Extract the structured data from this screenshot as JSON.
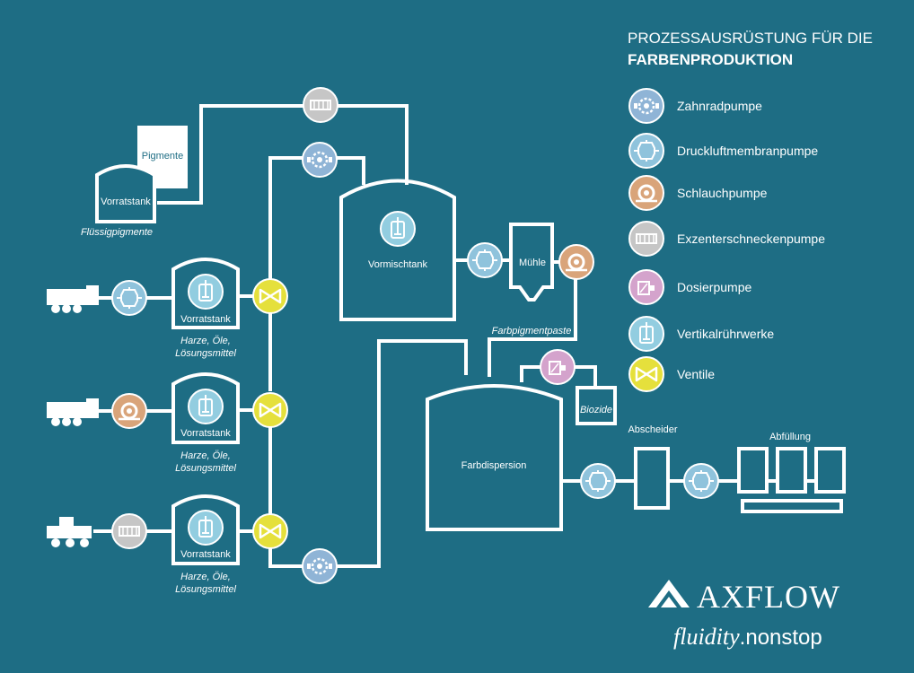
{
  "title": {
    "line1": "PROZESSAUSRÜSTUNG FÜR DIE",
    "line2": "FARBENPRODUKTION"
  },
  "legend": [
    {
      "label": "Zahnradpumpe",
      "icon": "gear-pump-icon",
      "color": "#8fb4d6"
    },
    {
      "label": "Druckluftmembranpumpe",
      "icon": "diaphragm-pump-icon",
      "color": "#8fc3dc"
    },
    {
      "label": "Schlauchpumpe",
      "icon": "hose-pump-icon",
      "color": "#d9a47a"
    },
    {
      "label": "Exzenterschneckenpumpe",
      "icon": "screw-pump-icon",
      "color": "#c6c6c6"
    },
    {
      "label": "Dosierpumpe",
      "icon": "dosing-pump-icon",
      "color": "#d4a3cc"
    },
    {
      "label": "Vertikalrührwerke",
      "icon": "agitator-icon",
      "color": "#92cde0"
    },
    {
      "label": "Ventile",
      "icon": "valve-icon",
      "color": "#e5e03c"
    }
  ],
  "labels": {
    "pigmente": "Pigmente",
    "vorratstank": "Vorratstank",
    "fluessigpigmente": "Flüssigpigmente",
    "vormischtank": "Vormischtank",
    "muehle": "Mühle",
    "farbpigmentpaste": "Farbpigmentpaste",
    "biozide": "Biozide",
    "farbdispersion": "Farbdispersion",
    "abscheider": "Abscheider",
    "abfuellung": "Abfüllung",
    "harze_line1": "Harze, Öle,",
    "harze_line2": "Lösungsmittel"
  },
  "brand": {
    "name": "AXFLOW",
    "tagline_italic": "fluidity",
    "tagline_rest": ".nonstop"
  },
  "colors": {
    "background": "#1e6d84",
    "gear": "#8fb4d6",
    "diaphragm": "#8fc3dc",
    "hose": "#d9a47a",
    "screw": "#c6c6c6",
    "dosing": "#d4a3cc",
    "agitator": "#92cde0",
    "valve": "#e5e03c"
  }
}
